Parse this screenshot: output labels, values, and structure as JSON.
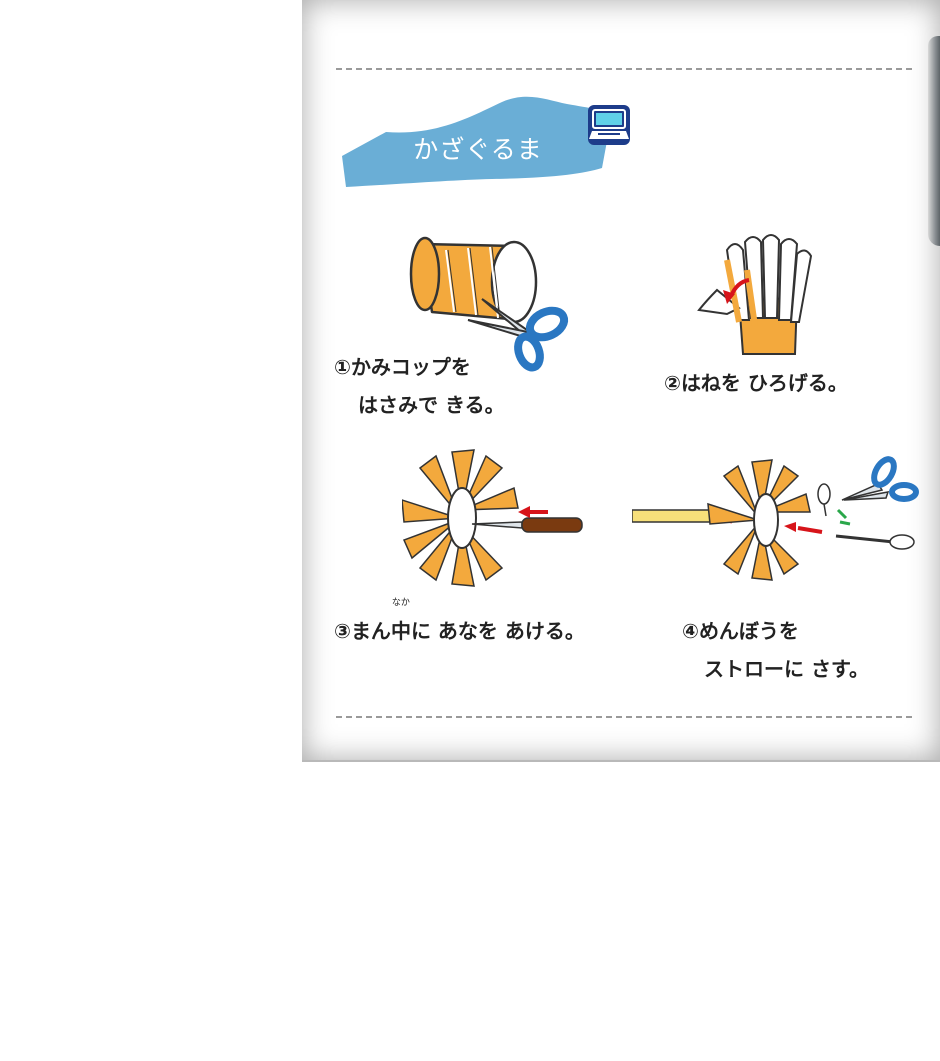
{
  "title": "かざぐるま",
  "icons": {
    "title": "computer-icon",
    "tool": "scissors-icon"
  },
  "colors": {
    "title_bg": "#6aaed6",
    "paper": "#f3a93d",
    "arrow": "#d7141a",
    "scissor_handle": "#2a77c2"
  },
  "steps": [
    {
      "num": "①",
      "line1": "かみコップを",
      "line2": "はさみで きる。"
    },
    {
      "num": "②",
      "line1": "はねを ひろげる。"
    },
    {
      "num": "③",
      "pre": "まん",
      "kanji": "中",
      "ruby": "なか",
      "post": "に あなを あける。"
    },
    {
      "num": "④",
      "line1": "めんぼうを",
      "line2": "ストローに さす。"
    }
  ]
}
